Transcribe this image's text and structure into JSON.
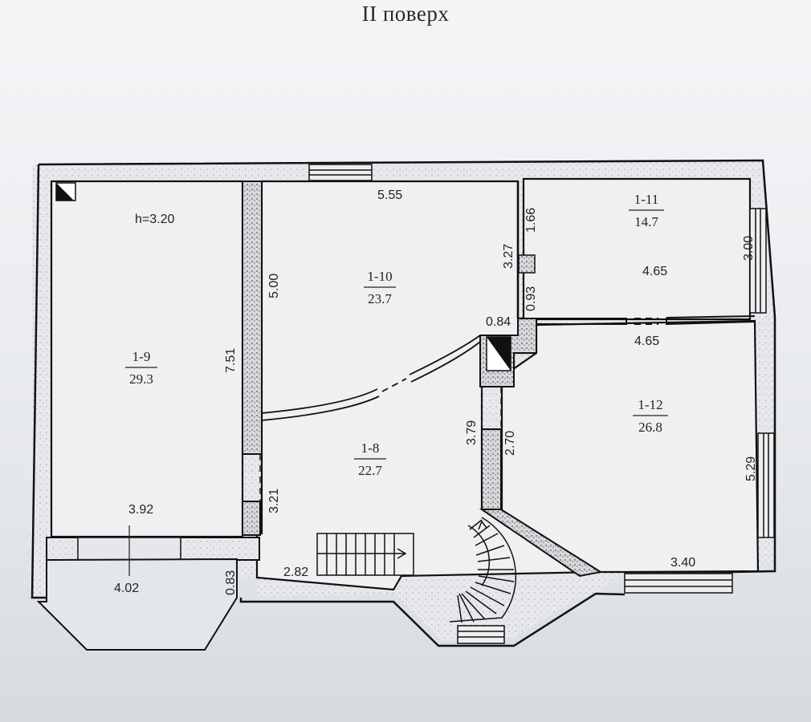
{
  "title": "II поверх",
  "ceiling_height": "h=3.20",
  "rooms": [
    {
      "id": "1-8",
      "area": "22.7"
    },
    {
      "id": "1-9",
      "area": "29.3"
    },
    {
      "id": "1-10",
      "area": "23.7"
    },
    {
      "id": "1-11",
      "area": "14.7"
    },
    {
      "id": "1-12",
      "area": "26.8"
    }
  ],
  "dimensions": {
    "top_hall": "5.55",
    "room10_left": "5.00",
    "room9_right": "7.51",
    "room11_left_upper": "1.66",
    "hall_right_upper": "3.27",
    "room11_left_lower": "0.93",
    "chimney_width": "0.84",
    "room11_width": "4.65",
    "room11_right": "3.00",
    "room12_top": "4.65",
    "room12_right": "5.29",
    "hall_right_lower": "3.79",
    "room12_left": "2.70",
    "doorway_height": "3.21",
    "room9_bottom": "3.92",
    "balcony_width": "4.02",
    "balcony_depth": "0.83",
    "hall_bottom": "2.82",
    "room12_bottom": "3.40"
  }
}
